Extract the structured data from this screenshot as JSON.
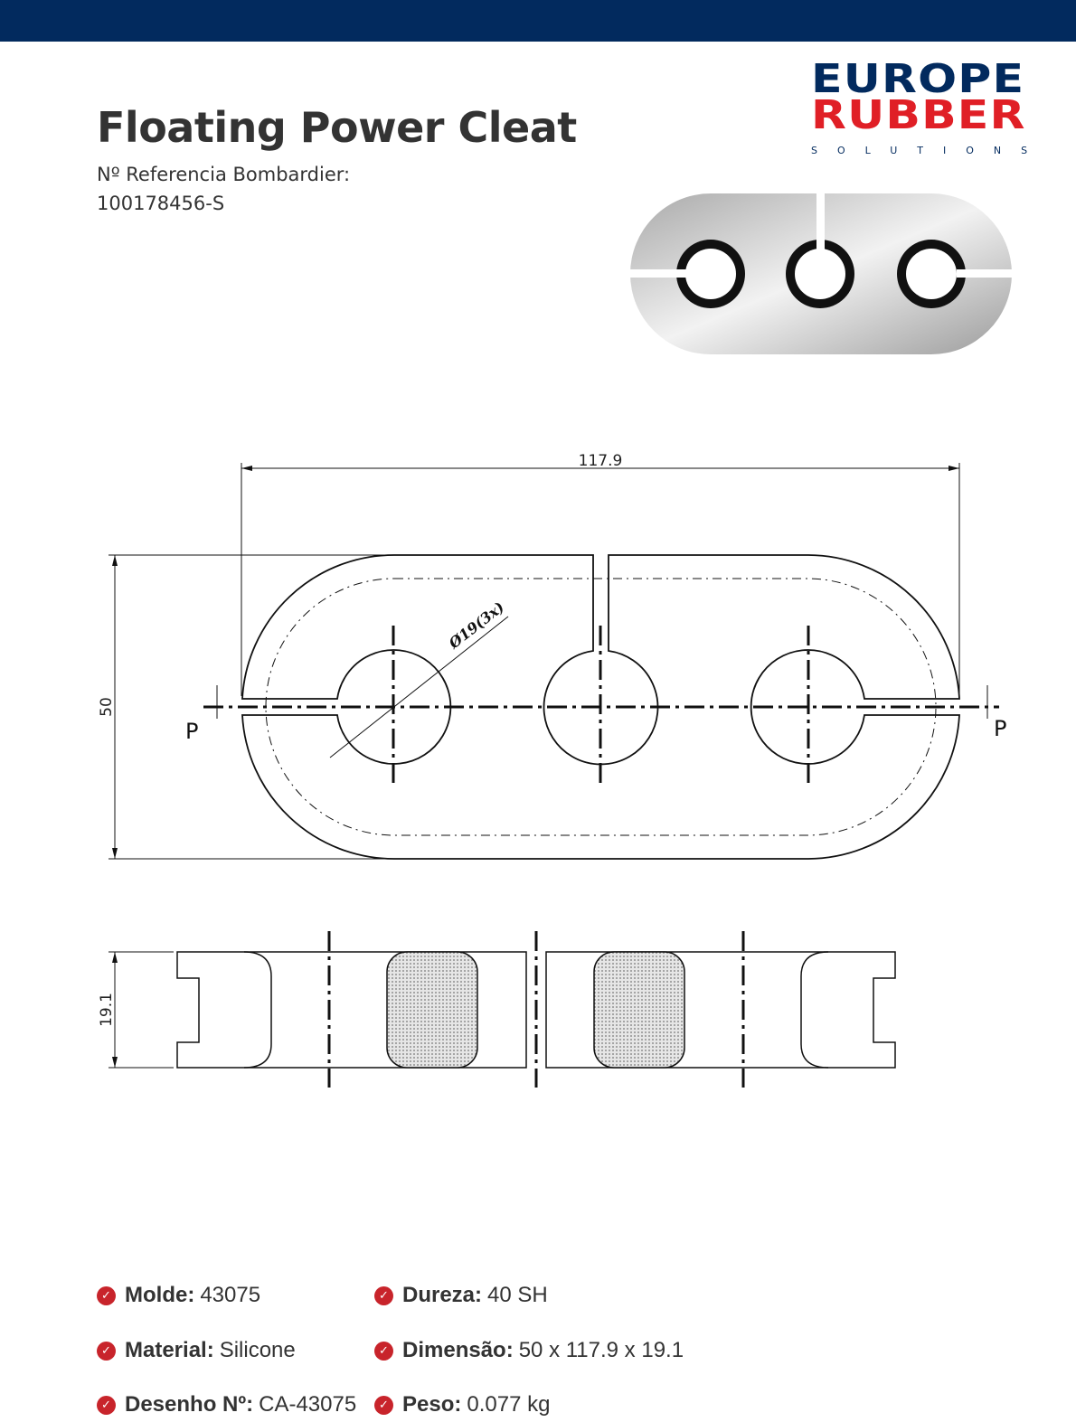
{
  "header": {
    "title": "Floating Power Cleat",
    "ref_label": "Nº Referencia Bombardier:",
    "ref_value": "100178456-S"
  },
  "logo": {
    "line1": "EUROPE",
    "line2": "RUBBER",
    "line3": "SOLUTIONS",
    "colors": {
      "blue": "#022a5e",
      "red": "#e01f26"
    }
  },
  "drawing": {
    "width_dim": "117.9",
    "height_dim": "50",
    "hole_dim": "Ø19(3x)",
    "section_left": "P",
    "section_right": "P",
    "thickness_dim": "19.1"
  },
  "specs": [
    {
      "label": "Molde:",
      "value": "43075"
    },
    {
      "label": "Dureza:",
      "value": "40 SH"
    },
    {
      "label": "Material:",
      "value": "Silicone"
    },
    {
      "label": "Dimensão:",
      "value": "50 x 117.9 x 19.1"
    },
    {
      "label": "Desenho Nº:",
      "value": "CA-43075"
    },
    {
      "label": "Peso:",
      "value": "0.077 kg"
    }
  ],
  "accent": "#c8242b"
}
